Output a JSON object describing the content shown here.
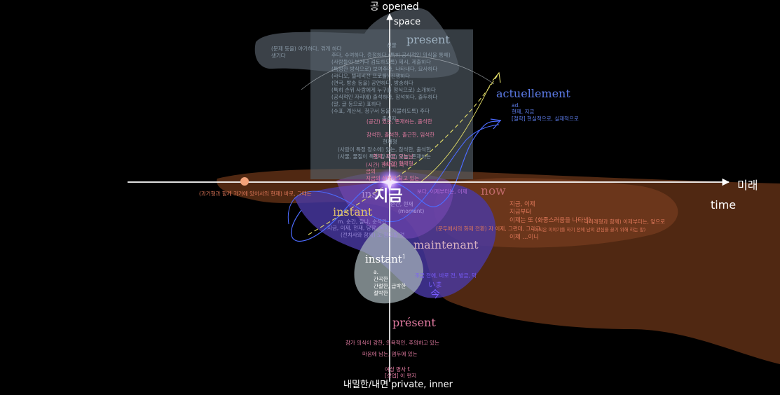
{
  "axes": {
    "top_label": "공 opened",
    "top_label_2": "space",
    "right_label": "미래",
    "right_label_2": "time",
    "bottom_label": "내밀한/내면 private, inner"
  },
  "center": {
    "label": "지금",
    "label_sub": "now",
    "label_jp": "今",
    "label_jp_reading": "いま"
  },
  "present_top": {
    "title": "present",
    "lines": [
      "(문제 등을) 야기하다, 겪게 하다",
      "생기다",
      "주다, 수여하다, 증정하다 (특히 공식적인 의식을 통해)",
      "(사람들이 보거나 검토하도록) 제시, 제출하다",
      "(특정한 방식으로) 보여주다, 나타내다, 묘사하다",
      "(라디오, 텔레비전 프로를) 진행하다",
      "(연극, 방송 등을) 공연하다, 방송하다",
      "(특히 손위 사람에게 누구를 정식으로) 소개하다",
      "(공식적인 자리에) 출석하다, 참석하다, 출두하다",
      "(말, 글 등으로) 표하다",
      "(수표, 계산서, 청구서 등을 지불하도록) 주다",
      "선물",
      "출석자",
      "(공간) 있는, 존재하는, 출석한",
      "참석한, 출석한, 출근한, 임석한",
      "(사람이 특정 장소에) 있는, 참석한, 출석한",
      "(사물, 물질이 특정 장소에) 있는, 존재하는",
      "(시간) 현재의, 지금의",
      "지금의 상태가 되고 있는",
      "현재형",
      "현재, 지금, 오늘날",
      "(시간) 현재형"
    ]
  },
  "actuellement": {
    "title": "actuellement",
    "pos": "ad.",
    "lines": [
      "현재, 지금",
      "[철학] 현실적으로, 실재적으로"
    ]
  },
  "instant_line": {
    "title": "instant",
    "lines": [
      "m. 순간, 찰나, 순식간",
      "지금, 이제, 현재, 당장, 목하",
      "(전치사와 함께) 도 참고할 것",
      "순간, 현재",
      "(moment)"
    ]
  },
  "instant_adj": {
    "title": "instant",
    "sup": "1",
    "pos": "a.",
    "lines": [
      "간곡한",
      "간절한, 급박한",
      "절박한"
    ]
  },
  "maintenant": {
    "title": "maintenant",
    "lines": [
      "지금, 이제",
      "지금부터",
      "이제는 또 (화중스러움을 나타냄)",
      "(미래형과 함께) 이제부터는, 앞으로",
      "이제 ...이니",
      "(문두에서의 화제 전환) 자 이제, 그런데, 그리고",
      "(아직은 이야기를 하기 전에 남의 관심을 끌기 위해 하는 말)"
    ]
  },
  "now_block": {
    "lines": [
      "보다, 이제부터는, 이제",
      "조금 전에, 바로 전, 방금, 막",
      "지금부터, 앞으로"
    ]
  },
  "past_note": "(과거형과 함께 과거에 있어서의 현재) 바로, 그때는",
  "present_bottom": {
    "title": "présent",
    "lines": [
      "참가 의식이 강한, 의욕적인, 주의하고 있는",
      "마음에 남는, 염두에 있는",
      "여성 명사 f.",
      "[상업] 이 편지"
    ]
  },
  "colors": {
    "background": "#000000",
    "axis": "#ffffff",
    "present_box": "#55616b",
    "brown_region": "#6b3518",
    "blue_region": "#4a3aa6",
    "pink_text": "#e07aa0",
    "blue_text": "#5c7be8",
    "grey_text": "#8a9aa8",
    "yellow_arrow": "#e6e06a",
    "star": "#c79bff"
  }
}
